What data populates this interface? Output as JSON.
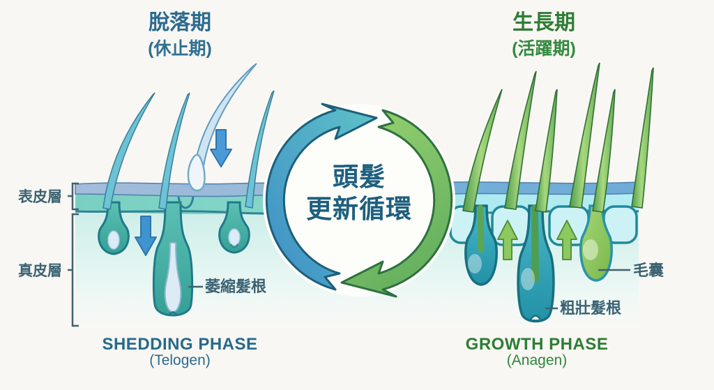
{
  "title_overall": "頭髮更新循環",
  "left_panel": {
    "title": "脫落期",
    "subtitle": "(休止期)",
    "phase_en": "SHEDDING PHASE",
    "phase_en_sub": "(Telogen)",
    "labels": {
      "epidermis": "表皮層",
      "dermis": "真皮層",
      "shrunken_root": "萎縮髮根"
    },
    "accent_color": "#2a6b8f"
  },
  "right_panel": {
    "title": "生長期",
    "subtitle": "(活躍期)",
    "phase_en": "GROWTH PHASE",
    "phase_en_sub": "(Anagen)",
    "labels": {
      "follicle": "毛囊",
      "strong_root": "粗壯髮根"
    },
    "accent_color": "#2e7d36"
  },
  "center_cycle": {
    "line1": "頭髮",
    "line2": "更新循環",
    "text_color": "#1d5f7e"
  },
  "colors": {
    "background": "#f9f7f3",
    "cycle_blue": "#4596c9",
    "cycle_green": "#7cc46c",
    "epidermis_teal": "#7ed2c4",
    "epidermis_cyan": "#aeeaf0",
    "skin_top_band_left": "#a3bcdb",
    "skin_top_band_right": "#74b0d8",
    "follicle_teal": "#3aa79c",
    "follicle_blue": "#2fa0b4",
    "follicle_green_bulb": "#8cc95e",
    "annotation_text": "#3b6272"
  },
  "icons": {
    "cycle": "recycle-arrows-icon",
    "left_arrows": "down-arrow-icon",
    "right_arrows": "up-arrow-icon"
  }
}
